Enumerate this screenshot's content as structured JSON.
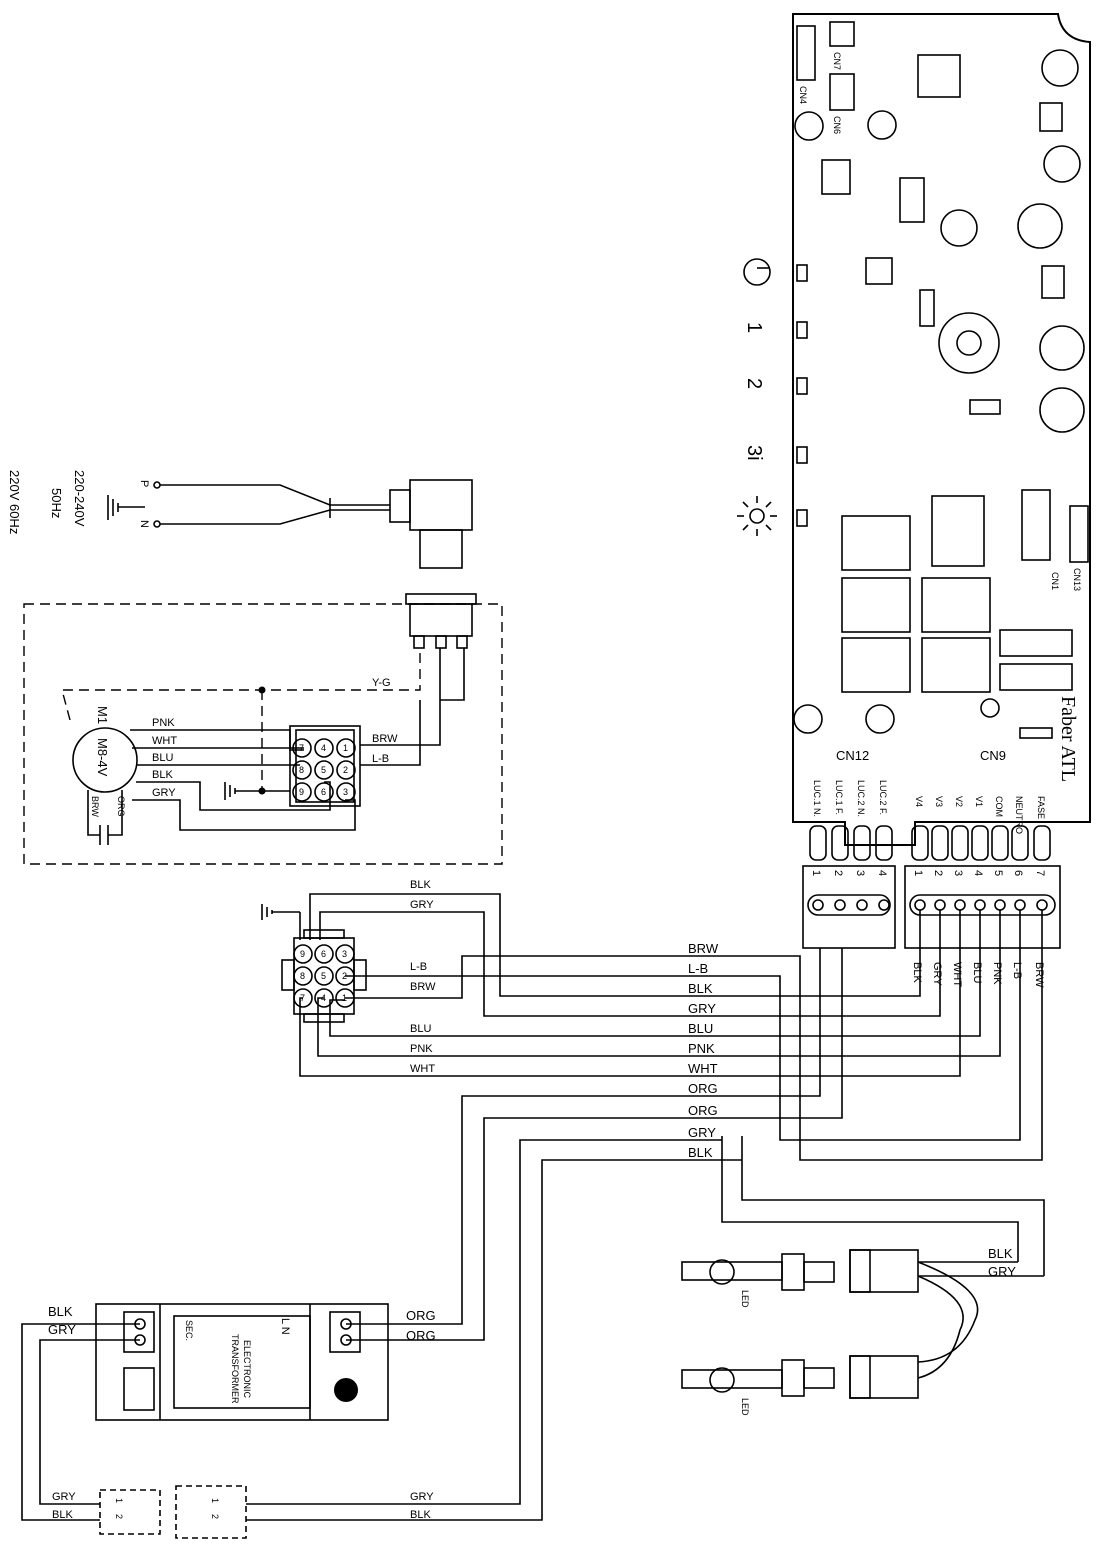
{
  "supply": {
    "line1": "220-240V",
    "line2": "50Hz",
    "line3": "220V 60Hz",
    "phase": "P",
    "neutral": "N"
  },
  "motor": {
    "id": "M1",
    "model": "M8-4V",
    "cap_label": "BRW",
    "cap_label2": "ORG"
  },
  "motor_wires": [
    "PNK",
    "WHT",
    "BLU",
    "BLK",
    "GRY"
  ],
  "motor_side": {
    "brw": "BRW",
    "lb": "L-B",
    "yg": "Y-G"
  },
  "conn9_top": [
    "7",
    "4",
    "1",
    "8",
    "5",
    "2",
    "9",
    "6",
    "3"
  ],
  "conn9_bottom": [
    "9",
    "6",
    "3",
    "8",
    "5",
    "2",
    "7",
    "4",
    "1"
  ],
  "left_labels": {
    "blk": "BLK",
    "gry": "GRY",
    "lb": "L-B",
    "brw": "BRW",
    "blu": "BLU",
    "pnk": "PNK",
    "wht": "WHT"
  },
  "bus_labels": [
    "BRW",
    "L-B",
    "BLK",
    "GRY",
    "BLU",
    "PNK",
    "WHT",
    "ORG",
    "ORG",
    "GRY",
    "BLK"
  ],
  "board": {
    "brand": "Faber ATL",
    "cn12": "CN12",
    "cn9": "CN9",
    "cn1": "CN1",
    "cn13": "CN13",
    "cn4": "CN4",
    "cn6": "CN6",
    "cn7": "CN7",
    "cn12_pins": [
      "LUC.1 N.",
      "LUC.1 F.",
      "LUC.2 N.",
      "LUC.2 F."
    ],
    "cn9_pins": [
      "V4",
      "V3",
      "V2",
      "V1",
      "COM",
      "NEUTRO",
      "FASE"
    ],
    "cn12_nums": [
      "1",
      "2",
      "3",
      "4"
    ],
    "cn9_nums": [
      "1",
      "2",
      "3",
      "4",
      "5",
      "6",
      "7"
    ],
    "cn9_wires": [
      "BLK",
      "GRY",
      "WHT",
      "BLU",
      "PNK",
      "L-B",
      "BRW"
    ],
    "buttons": [
      "1",
      "2",
      "3i"
    ]
  },
  "led": {
    "blk": "BLK",
    "gry": "GRY",
    "label": "LED"
  },
  "transformer": {
    "title1": "ELECTRONIC",
    "title2": "TRANSFORMER",
    "ln": "L  N",
    "sec": "SEC.",
    "in_blk": "BLK",
    "in_gry": "GRY",
    "out1": "ORG",
    "out2": "ORG"
  },
  "bottom_conn": {
    "gry": "GRY",
    "blk": "BLK",
    "gry2": "GRY",
    "blk2": "BLK",
    "p1": "1",
    "p2": "2"
  }
}
